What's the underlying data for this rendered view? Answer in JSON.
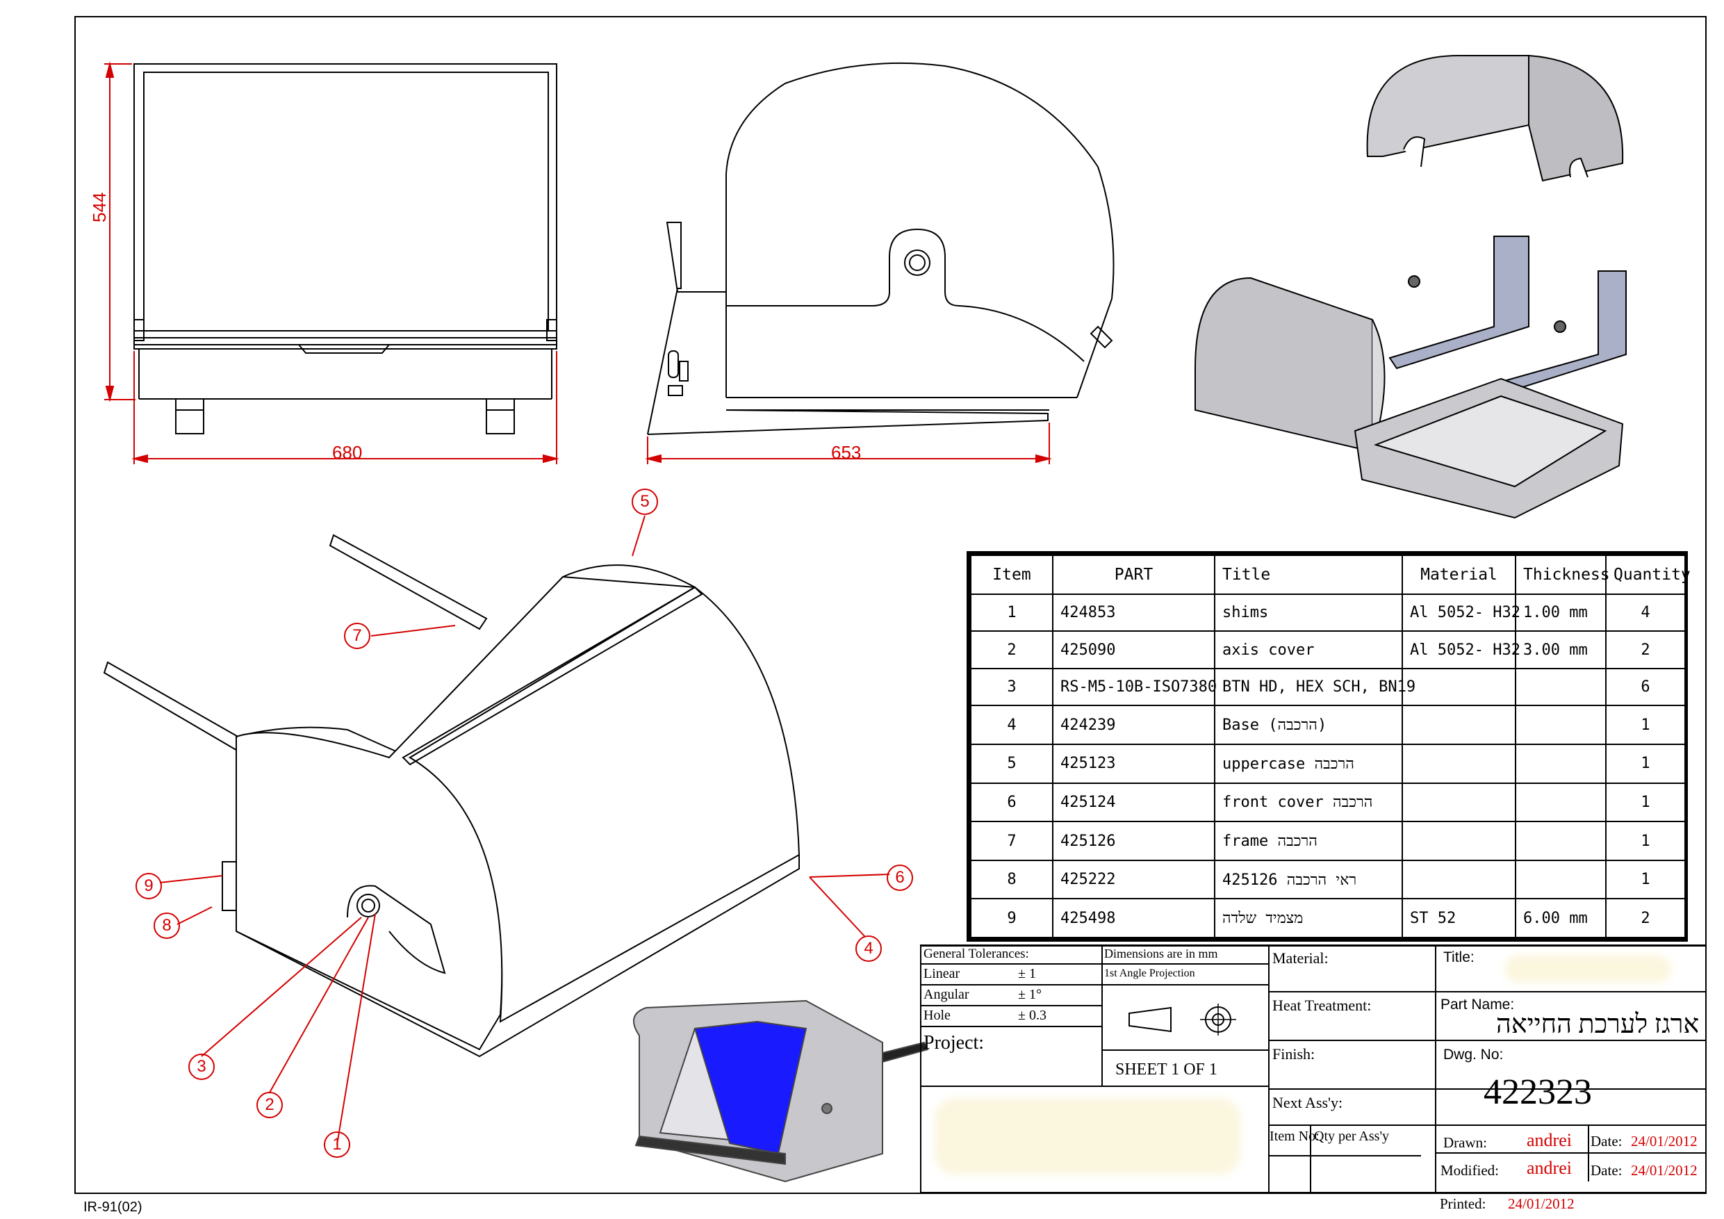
{
  "dimensions": {
    "front_width": "680",
    "front_height": "544",
    "side_width": "653"
  },
  "balloons": [
    "1",
    "2",
    "3",
    "4",
    "5",
    "6",
    "7",
    "8",
    "9"
  ],
  "bom": {
    "headers": [
      "Item",
      "PART",
      "Title",
      "Material",
      "Thickness",
      "Quantity"
    ],
    "rows": [
      {
        "item": "1",
        "part": "424853",
        "title": "shims",
        "material": "Al 5052- H32",
        "thickness": "1.00 mm",
        "qty": "4"
      },
      {
        "item": "2",
        "part": "425090",
        "title": "axis cover",
        "material": "Al 5052- H32",
        "thickness": "3.00 mm",
        "qty": "2"
      },
      {
        "item": "3",
        "part": "RS-M5-10B-ISO7380",
        "title": "BTN HD, HEX SCH, BN19",
        "material": "",
        "thickness": "",
        "qty": "6"
      },
      {
        "item": "4",
        "part": "424239",
        "title": "Base (הרכבה)",
        "material": "",
        "thickness": "",
        "qty": "1"
      },
      {
        "item": "5",
        "part": "425123",
        "title": "uppercase הרכבה",
        "material": "",
        "thickness": "",
        "qty": "1"
      },
      {
        "item": "6",
        "part": "425124",
        "title": "front cover הרכבה",
        "material": "",
        "thickness": "",
        "qty": "1"
      },
      {
        "item": "7",
        "part": "425126",
        "title": "frame הרכבה",
        "material": "",
        "thickness": "",
        "qty": "1"
      },
      {
        "item": "8",
        "part": "425222",
        "title": "425126 ראי הרכבה",
        "material": "",
        "thickness": "",
        "qty": "1"
      },
      {
        "item": "9",
        "part": "425498",
        "title": "מצמיד שלדה",
        "material": "ST 52",
        "thickness": "6.00 mm",
        "qty": "2"
      }
    ]
  },
  "title_block": {
    "general_tolerances": "General Tolerances:",
    "tolerances": [
      {
        "label": "Linear",
        "value": "± 1"
      },
      {
        "label": "Angular",
        "value": "± 1°"
      },
      {
        "label": "Hole",
        "value": "± 0.3"
      }
    ],
    "dimensions_note": "Dimensions are in mm",
    "projection": "1st Angle Projection",
    "project_label": "Project:",
    "sheet": "SHEET 1 OF 1",
    "material_label": "Material:",
    "heat_treatment_label": "Heat Treatment:",
    "finish_label": "Finish:",
    "next_assy_label": "Next Ass'y:",
    "item_no_label": "Item No:",
    "qty_per_assy_label": "Qty per Ass'y",
    "title_label": "Title:",
    "part_name_label": "Part Name:",
    "part_name": "ארגז לערכת החייאה",
    "dwg_no_label": "Dwg. No:",
    "dwg_no": "422323",
    "drawn_label": "Drawn:",
    "drawn_by": "andrei",
    "modified_label": "Modified:",
    "modified_by": "andrei",
    "date_label": "Date:",
    "drawn_date": "24/01/2012",
    "modified_date": "24/01/2012",
    "printed_label": "Printed:",
    "printed_date": "24/01/2012"
  },
  "form_code": "IR-91(02)",
  "colors": {
    "dimension": "#d40000",
    "render_blue": "#1a1aff",
    "metal": "#c8c8cc"
  }
}
